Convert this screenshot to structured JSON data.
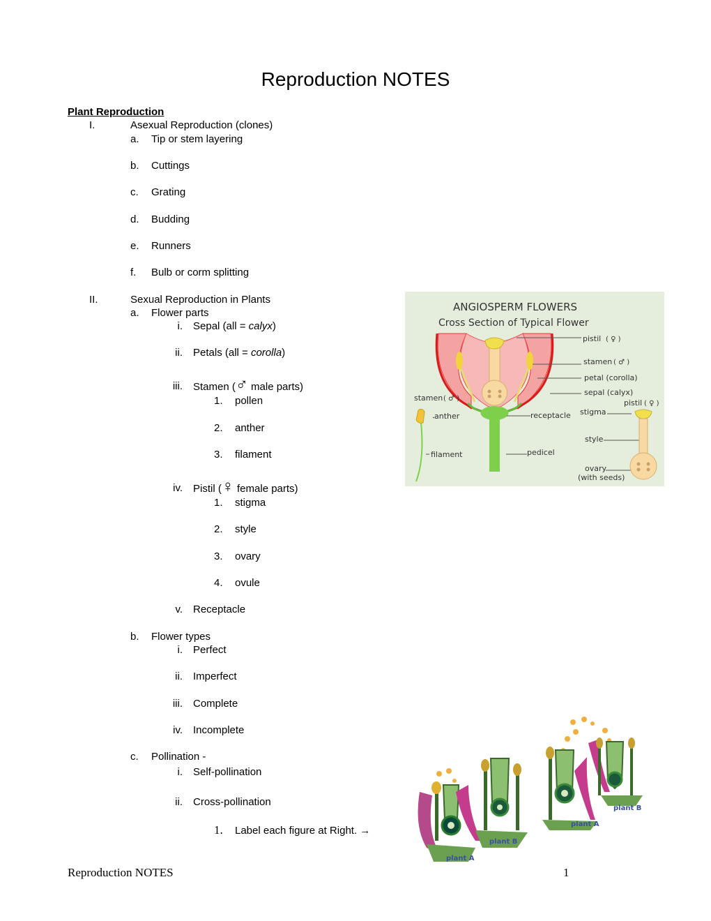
{
  "title": "Reproduction NOTES",
  "section_heading": "Plant Reproduction",
  "outline": {
    "I_marker": "I.",
    "I_text": "Asexual Reproduction (clones)",
    "I_items": [
      {
        "m": "a.",
        "t": "Tip or stem layering"
      },
      {
        "m": "b.",
        "t": "Cuttings"
      },
      {
        "m": "c.",
        "t": "Grating"
      },
      {
        "m": "d.",
        "t": "Budding"
      },
      {
        "m": "e.",
        "t": "Runners"
      },
      {
        "m": "f.",
        "t": "Bulb or corm splitting"
      }
    ],
    "II_marker": "II.",
    "II_text": "Sexual Reproduction in Plants",
    "a_marker": "a.",
    "a_text": "Flower parts",
    "a_i_marker": "i.",
    "a_i_pre": "Sepal (all = ",
    "a_i_em": "calyx",
    "a_i_post": ")",
    "a_ii_marker": "ii.",
    "a_ii_pre": "Petals (all = ",
    "a_ii_em": "corolla",
    "a_ii_post": ")",
    "a_iii_marker": "iii.",
    "a_iii_pre": "Stamen (",
    "male_symbol": "♂",
    "a_iii_post": " male parts)",
    "stamen_items": [
      {
        "m": "1.",
        "t": "pollen"
      },
      {
        "m": "2.",
        "t": "anther"
      },
      {
        "m": "3.",
        "t": "filament"
      }
    ],
    "a_iv_marker": "iv.",
    "a_iv_pre": "Pistil (",
    "female_symbol": "♀",
    "a_iv_post": " female parts)",
    "pistil_items": [
      {
        "m": "1.",
        "t": "stigma"
      },
      {
        "m": "2.",
        "t": "style"
      },
      {
        "m": "3.",
        "t": "ovary"
      },
      {
        "m": "4.",
        "t": "ovule"
      }
    ],
    "a_v_marker": "v.",
    "a_v_text": "Receptacle",
    "b_marker": "b.",
    "b_text": "Flower types",
    "b_items": [
      {
        "m": "i.",
        "t": "Perfect"
      },
      {
        "m": "ii.",
        "t": "Imperfect"
      },
      {
        "m": "iii.",
        "t": "Complete"
      },
      {
        "m": "iv.",
        "t": "Incomplete"
      }
    ],
    "c_marker": "c.",
    "c_text": "Pollination -",
    "c_i_marker": "i.",
    "c_i_text": "Self-pollination",
    "c_ii_marker": "ii.",
    "c_ii_text": "Cross-pollination",
    "c_ii_1_marker": "1.",
    "c_ii_1_text": "Label each figure at Right. ",
    "arrow": "→"
  },
  "diagram": {
    "title": "ANGIOSPERM FLOWERS",
    "subtitle": "Cross Section of Typical Flower",
    "labels": {
      "pistil": "pistil",
      "pistil_sym": "( ♀ )",
      "stamen": "stamen",
      "stamen_sym": "( ♂ )",
      "petal": "petal (corolla)",
      "sepal": "sepal (calyx)",
      "left_stamen": "stamen",
      "left_stamen_sym": "( ♂ )",
      "right_pistil": "pistil",
      "right_pistil_sym": "( ♀ )",
      "anther": "anther",
      "receptacle": "receptacle",
      "stigma": "stigma",
      "style": "style",
      "filament": "filament",
      "pedicel": "pedicel",
      "ovary": "ovary",
      "with_seeds": "(with seeds)"
    },
    "colors": {
      "background": "#e5eedd",
      "petal": "#f5a5a5",
      "sepal": "#e02020",
      "stem": "#7ed04a",
      "pistil": "#f8d9a0",
      "anther": "#f3d13a"
    }
  },
  "pollination_figure": {
    "plant_a": "plant A",
    "plant_b": "plant B"
  },
  "footer": {
    "left": "Reproduction NOTES",
    "page": "1"
  }
}
